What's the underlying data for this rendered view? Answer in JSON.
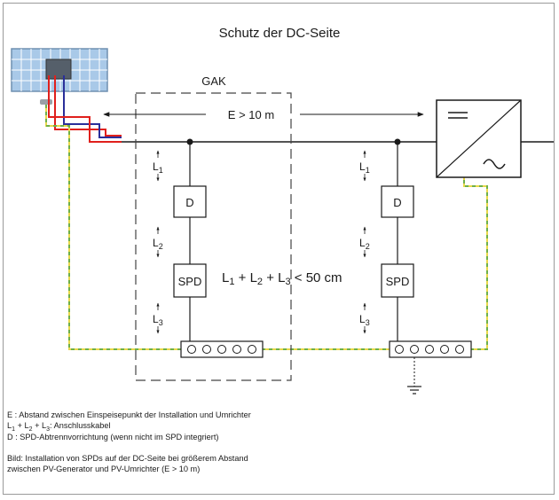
{
  "title": "Schutz der DC-Seite",
  "gak_label": "GAK",
  "distance_label": "E > 10 m",
  "device_d": "D",
  "device_spd": "SPD",
  "cable_l1": "1",
  "cable_l2": "2",
  "cable_l3": "3",
  "formula": {
    "part1": "L",
    "sub1": "1",
    "part2": " + L",
    "sub2": "2",
    "part3": " + L",
    "sub3": "3",
    "part4": " < 50 cm"
  },
  "legend": {
    "e_line": "E : Abstand zwischen Einspeisepunkt der Installation und Umrichter",
    "l_prefix": "L",
    "l_sub1": "1",
    "l_plus1": " + L",
    "l_sub2": "2",
    "l_plus2": " + L",
    "l_sub3": "3",
    "l_suffix": ": Anschlusskabel",
    "d_line": "D : SPD-Abtrennvorrichtung (wenn nicht im SPD integriert)",
    "caption_1": "Bild: Installation von SPDs auf der DC-Seite bei größerem Abstand",
    "caption_2": "zwischen PV-Generator und PV-Umrichter (E > 10 m)"
  },
  "colors": {
    "line": "#1a1a1a",
    "earth_yellow": "#e8d84a",
    "earth_green": "#6fb04a",
    "cable_red": "#e0201c",
    "cable_blue": "#2a2f9a",
    "panel_blue": "#8fb8e0"
  },
  "icons": {
    "pv_module": "solar-panel-icon",
    "inverter": "dc-ac-inverter-icon",
    "ground": "ground-symbol-icon"
  }
}
